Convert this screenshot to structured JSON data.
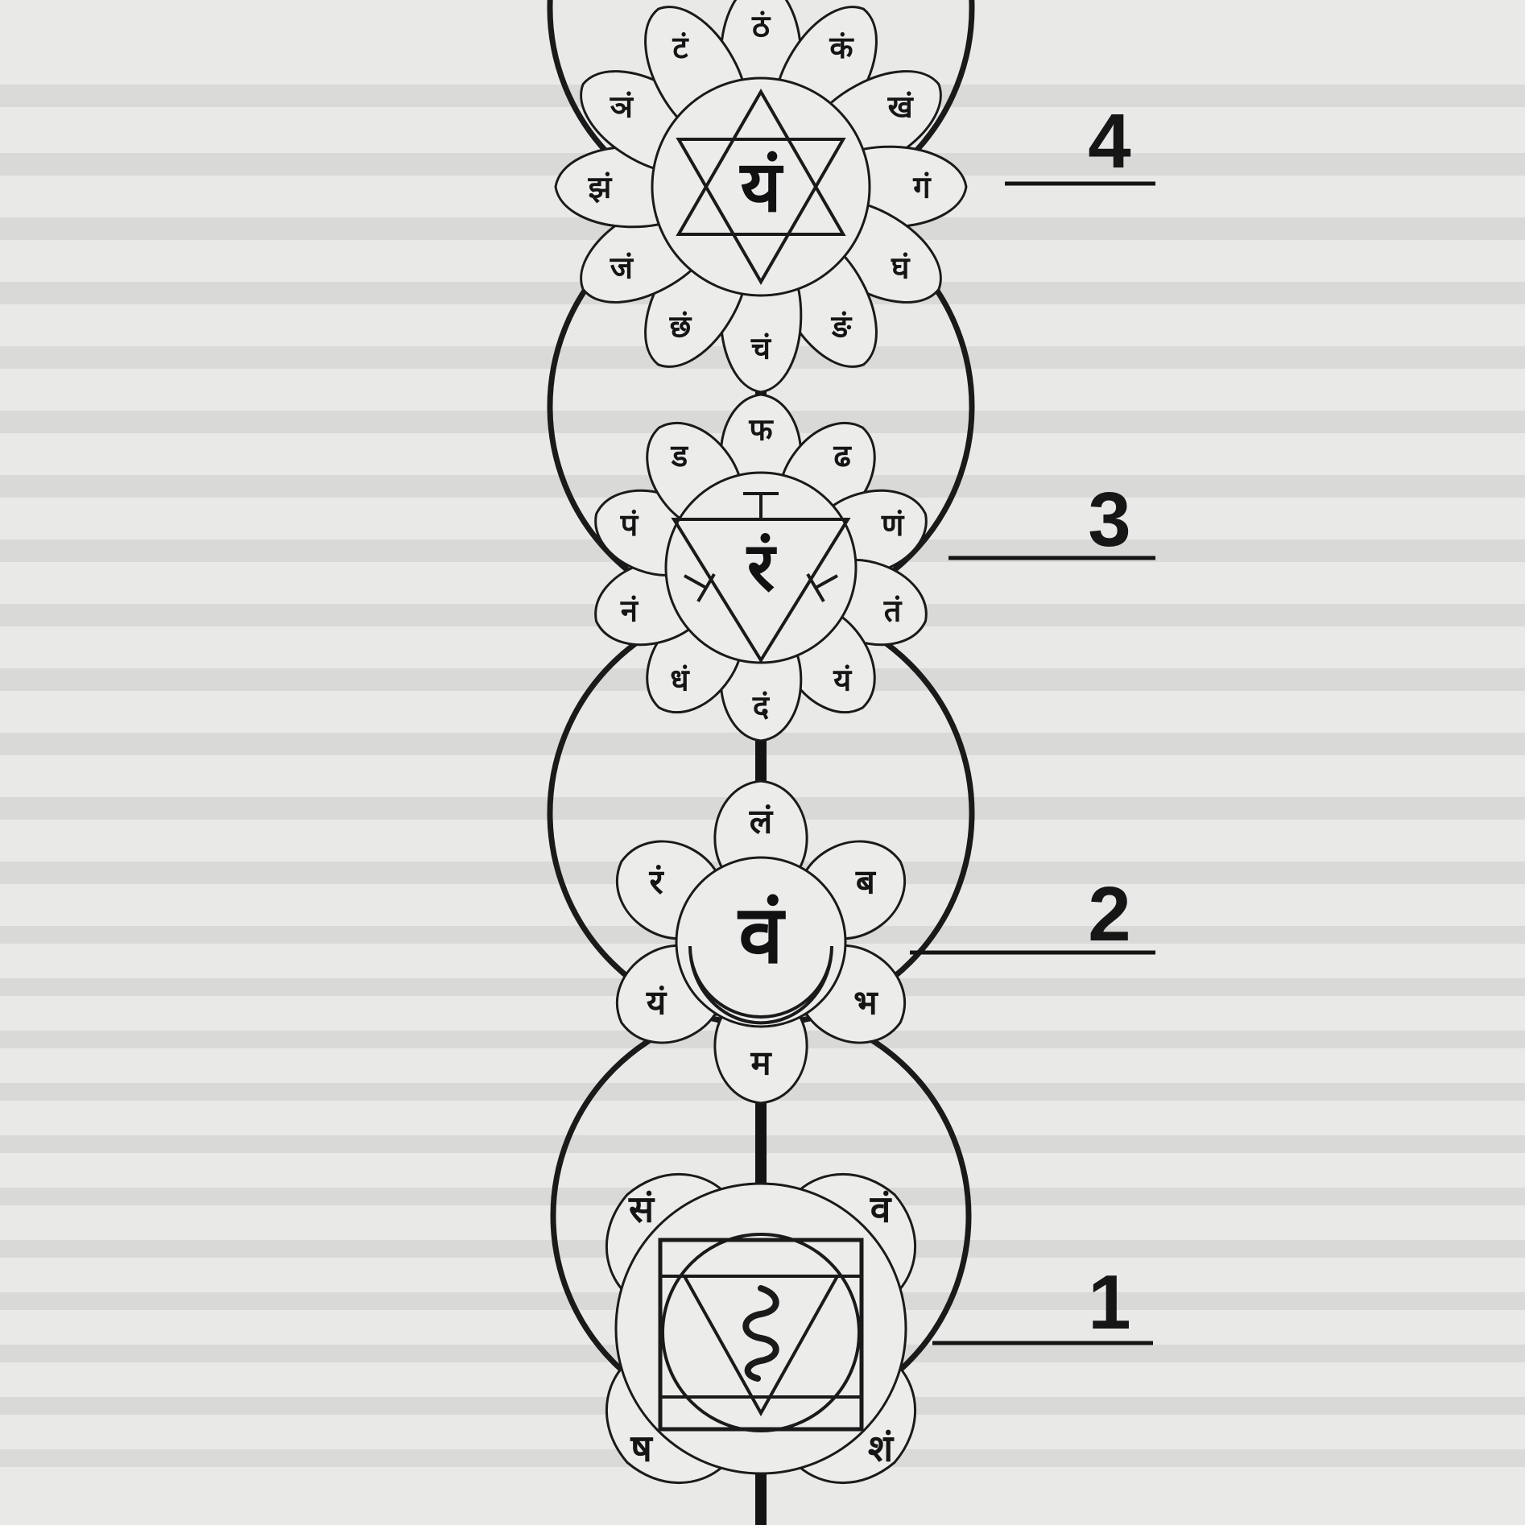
{
  "diagram": {
    "chakras": [
      {
        "label": "1",
        "seed": "",
        "petals": [
          "वं",
          "शं",
          "ष",
          "सं"
        ]
      },
      {
        "label": "2",
        "seed": "वं",
        "petals": [
          "लं",
          "ब",
          "भ",
          "म",
          "यं",
          "रं"
        ]
      },
      {
        "label": "3",
        "seed": "रं",
        "petals": [
          "फ",
          "ढ",
          "णं",
          "तं",
          "यं",
          "दं",
          "धं",
          "नं",
          "पं",
          "ड"
        ]
      },
      {
        "label": "4",
        "seed": "यं",
        "petals": [
          "ठं",
          "कं",
          "खं",
          "गं",
          "घं",
          "ङं",
          "चं",
          "छं",
          "जं",
          "झं",
          "ञं",
          "टं"
        ]
      }
    ]
  }
}
